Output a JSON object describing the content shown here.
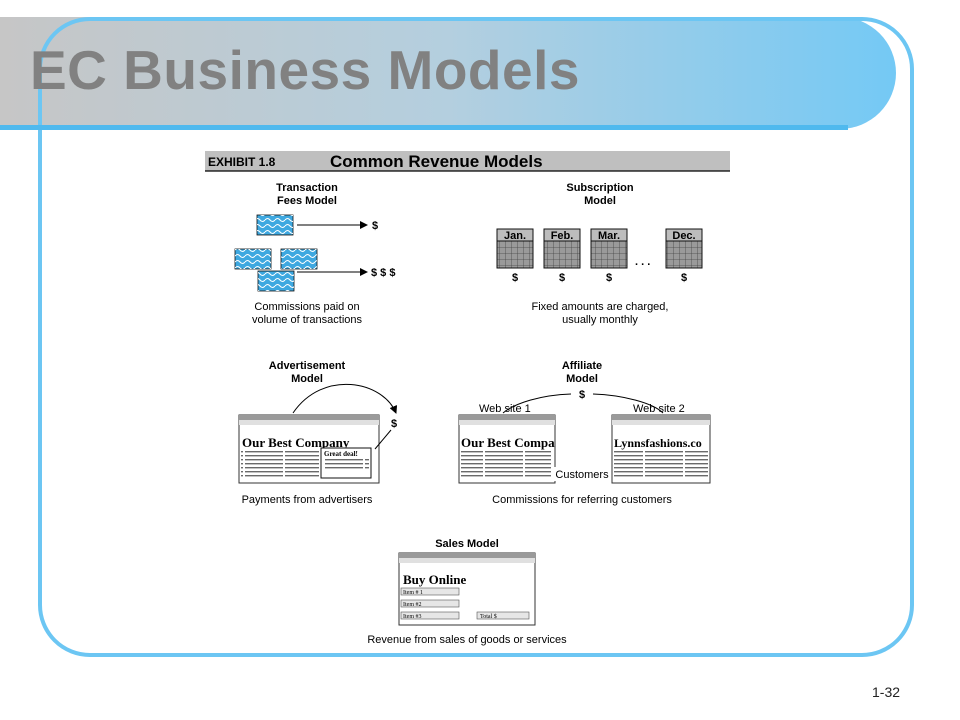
{
  "slide": {
    "title": "EC Business Models",
    "number": "1-32"
  },
  "exhibit": {
    "number": "EXHIBIT 1.8",
    "title": "Common Revenue Models"
  },
  "transaction": {
    "heading": [
      "Transaction",
      "Fees Model"
    ],
    "symbol_single": "$",
    "symbol_multi": "$ $ $",
    "caption": [
      "Commissions paid on",
      "volume of transactions"
    ]
  },
  "subscription": {
    "heading": [
      "Subscription",
      "Model"
    ],
    "months": [
      "Jan.",
      "Feb.",
      "Mar.",
      "Dec."
    ],
    "symbol": "$",
    "ellipsis": ". . .",
    "caption": [
      "Fixed amounts are charged,",
      "usually monthly"
    ]
  },
  "advertisement": {
    "heading": [
      "Advertisement",
      "Model"
    ],
    "page_title": "Our Best Company",
    "ad_text": "Great deal!",
    "symbol": "$",
    "caption": "Payments from advertisers"
  },
  "affiliate": {
    "heading": [
      "Affiliate",
      "Model"
    ],
    "symbol": "$",
    "site1_label": "Web site 1",
    "site2_label": "Web site 2",
    "site1_title": "Our Best Compa",
    "site2_title": "Lynnsfashions.co",
    "customers": "Customers",
    "caption": "Commissions for referring customers"
  },
  "sales": {
    "heading": "Sales Model",
    "page_title": "Buy Online",
    "items": [
      "Item # 1",
      "Item #2",
      "Item #3"
    ],
    "total": "Total $",
    "caption": "Revenue from sales of goods or services"
  },
  "colors": {
    "frame": "#6cc6f3",
    "title_text": "#818181",
    "money_blue": "#3ea8e0"
  }
}
